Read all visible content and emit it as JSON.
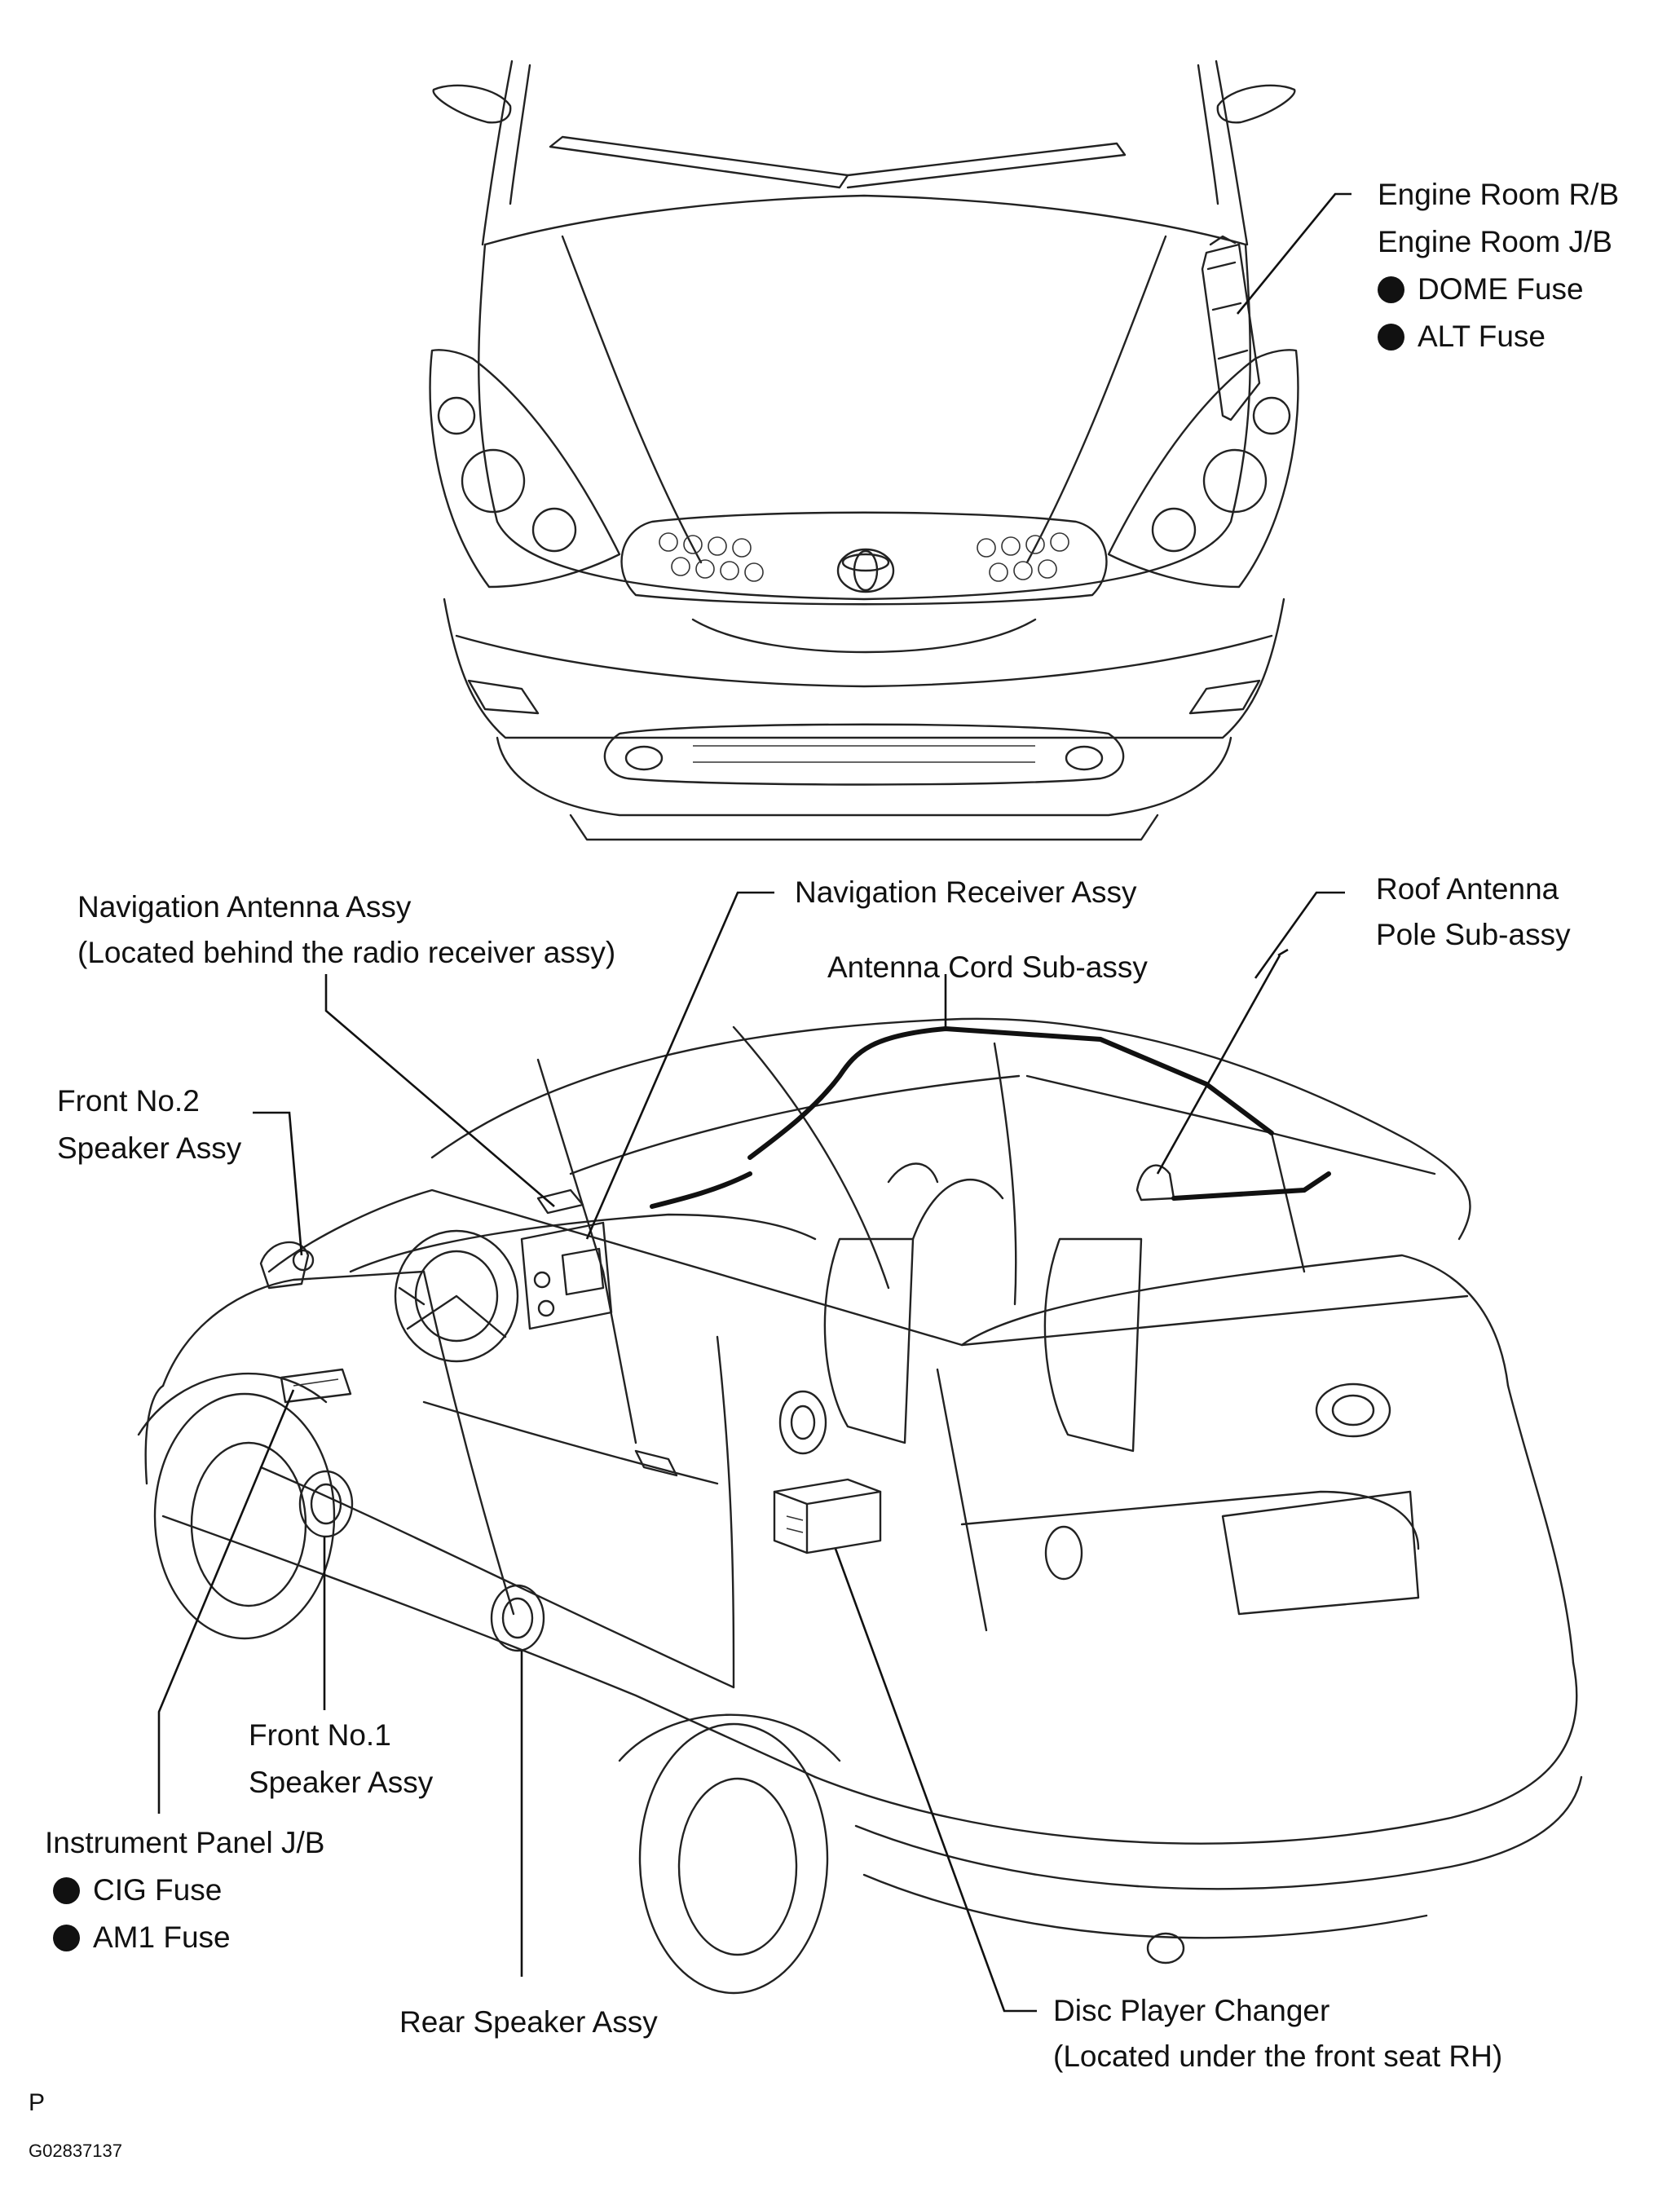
{
  "labels": {
    "engine_room": {
      "line1": "Engine Room R/B",
      "line2": "Engine Room J/B",
      "fuse1": "DOME Fuse",
      "fuse2": "ALT Fuse"
    },
    "nav_antenna": {
      "line1": "Navigation Antenna Assy",
      "line2": "(Located behind the radio receiver assy)"
    },
    "nav_receiver": "Navigation Receiver Assy",
    "antenna_cord": "Antenna  Cord  Sub-assy",
    "roof_antenna": {
      "line1": "Roof Antenna",
      "line2": "Pole  Sub-assy"
    },
    "front_no2": {
      "line1": "Front No.2",
      "line2": "Speaker Assy"
    },
    "front_no1": {
      "line1": "Front No.1",
      "line2": "Speaker Assy"
    },
    "instrument_panel": {
      "line1": "Instrument Panel J/B",
      "fuse1": "CIG Fuse",
      "fuse2": "AM1 Fuse"
    },
    "rear_speaker": "Rear Speaker Assy",
    "disc_player": {
      "line1": "Disc Player Changer",
      "line2": "(Located under the front seat RH)"
    }
  },
  "footer": {
    "letter": "P",
    "code": "G02837137"
  },
  "colors": {
    "ink": "#111111",
    "background": "#ffffff"
  }
}
